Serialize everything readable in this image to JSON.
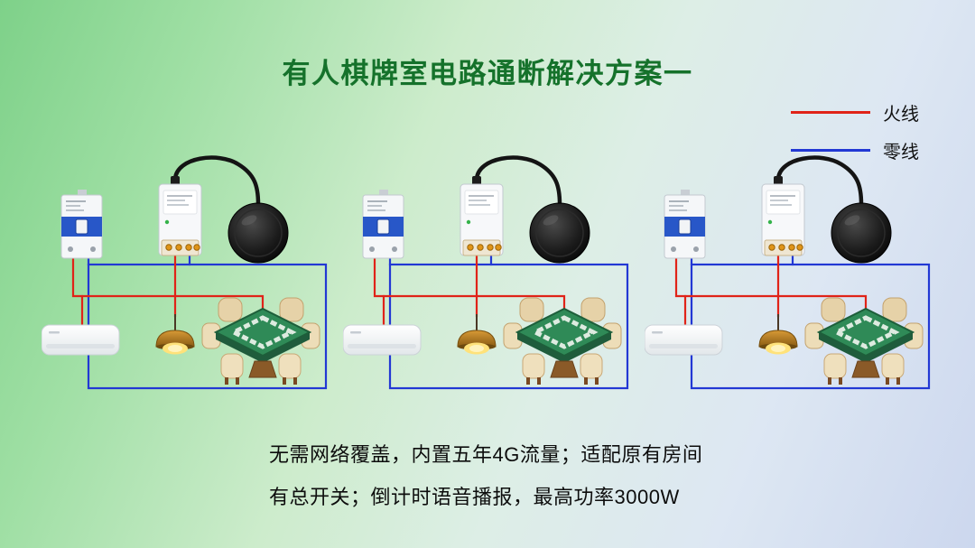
{
  "title": "有人棋牌室电路通断解决方案一",
  "legend": {
    "live_label": "火线",
    "neutral_label": "零线",
    "live_color": "#e02318",
    "neutral_color": "#2238d4"
  },
  "footer": {
    "line1": "无需网络覆盖，内置五年4G流量；适配原有房间",
    "line2": "有总开关；倒计时语音播报，最高功率3000W"
  },
  "circuits": [
    {
      "name": "circuit-group-1"
    },
    {
      "name": "circuit-group-2"
    },
    {
      "name": "circuit-group-3"
    }
  ]
}
